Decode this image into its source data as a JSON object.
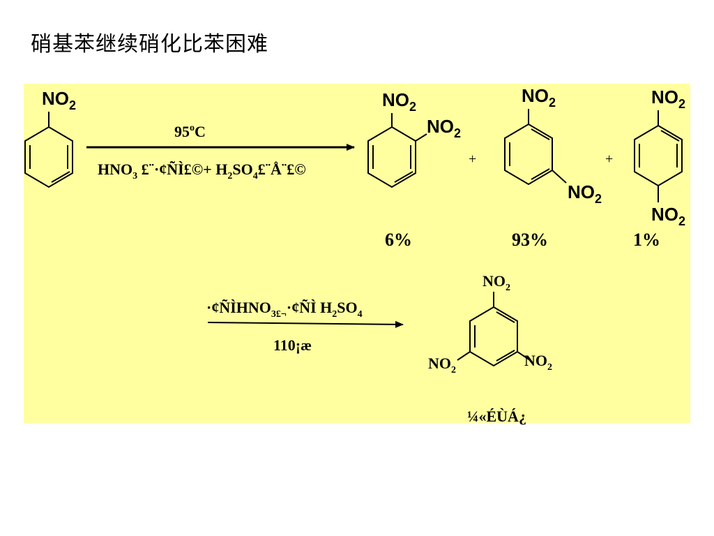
{
  "title": "硝基苯继续硝化比苯困难",
  "colors": {
    "panel": "#ffffa0",
    "ink": "#000000"
  },
  "reaction1": {
    "reactant_group": {
      "base": "NO",
      "sub": "2"
    },
    "temperature": {
      "base": "95",
      "sup": "o",
      "tail": "C"
    },
    "reagent": {
      "p1": "HNO",
      "s1": "3",
      "p2": " £¨·¢ÑÌ£©+  H",
      "s2": "2",
      "p3": "SO",
      "s3": "4",
      "p4": "£¨Å¨£©"
    },
    "plus": "+",
    "products": [
      {
        "name": "ortho",
        "groups": [
          {
            "base": "NO",
            "sub": "2"
          },
          {
            "base": "NO",
            "sub": "2"
          }
        ],
        "yield": "6%"
      },
      {
        "name": "meta",
        "groups": [
          {
            "base": "NO",
            "sub": "2"
          },
          {
            "base": "NO",
            "sub": "2"
          }
        ],
        "yield": "93%"
      },
      {
        "name": "para",
        "groups": [
          {
            "base": "NO",
            "sub": "2"
          },
          {
            "base": "NO",
            "sub": "2"
          }
        ],
        "yield": "1%"
      }
    ]
  },
  "reaction2": {
    "reagent": {
      "p1": "·¢ÑÌHNO",
      "s1": "3£¬",
      "p2": "·¢ÑÌ H",
      "s2": "2",
      "p3": "SO",
      "s3": "4"
    },
    "temperature": "110¡æ",
    "product_groups": [
      {
        "base": "NO",
        "sub": "2"
      },
      {
        "base": "NO",
        "sub": "2"
      },
      {
        "base": "NO",
        "sub": "2"
      }
    ],
    "product_caption": "¼«ÉÙÁ¿"
  }
}
